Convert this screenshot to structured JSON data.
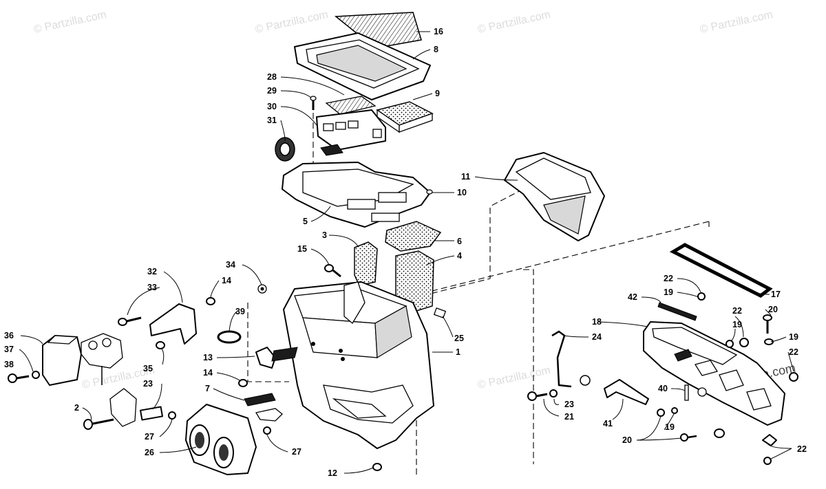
{
  "watermarks": {
    "text": "© Partzilla.com",
    "corner_text": "© partzilla.com"
  },
  "callouts": [
    {
      "id": "c-16",
      "label": "16"
    },
    {
      "id": "c-8",
      "label": "8"
    },
    {
      "id": "c-28",
      "label": "28"
    },
    {
      "id": "c-29",
      "label": "29"
    },
    {
      "id": "c-9",
      "label": "9"
    },
    {
      "id": "c-30",
      "label": "30"
    },
    {
      "id": "c-31",
      "label": "31"
    },
    {
      "id": "c-11",
      "label": "11"
    },
    {
      "id": "c-10",
      "label": "10"
    },
    {
      "id": "c-5",
      "label": "5"
    },
    {
      "id": "c-6",
      "label": "6"
    },
    {
      "id": "c-3",
      "label": "3"
    },
    {
      "id": "c-4",
      "label": "4"
    },
    {
      "id": "c-15",
      "label": "15"
    },
    {
      "id": "c-34",
      "label": "34"
    },
    {
      "id": "c-32",
      "label": "32"
    },
    {
      "id": "c-33",
      "label": "33"
    },
    {
      "id": "c-14a",
      "label": "14"
    },
    {
      "id": "c-39",
      "label": "39"
    },
    {
      "id": "c-25",
      "label": "25"
    },
    {
      "id": "c-1",
      "label": "1"
    },
    {
      "id": "c-36",
      "label": "36"
    },
    {
      "id": "c-37",
      "label": "37"
    },
    {
      "id": "c-38",
      "label": "38"
    },
    {
      "id": "c-35",
      "label": "35"
    },
    {
      "id": "c-13",
      "label": "13"
    },
    {
      "id": "c-14b",
      "label": "14"
    },
    {
      "id": "c-23a",
      "label": "23"
    },
    {
      "id": "c-7",
      "label": "7"
    },
    {
      "id": "c-2",
      "label": "2"
    },
    {
      "id": "c-27a",
      "label": "27"
    },
    {
      "id": "c-26",
      "label": "26"
    },
    {
      "id": "c-27b",
      "label": "27"
    },
    {
      "id": "c-12",
      "label": "12"
    },
    {
      "id": "c-17",
      "label": "17"
    },
    {
      "id": "c-22a",
      "label": "22"
    },
    {
      "id": "c-19a",
      "label": "19"
    },
    {
      "id": "c-42",
      "label": "42"
    },
    {
      "id": "c-22b",
      "label": "22"
    },
    {
      "id": "c-20a",
      "label": "20"
    },
    {
      "id": "c-18",
      "label": "18"
    },
    {
      "id": "c-19b",
      "label": "19"
    },
    {
      "id": "c-24",
      "label": "24"
    },
    {
      "id": "c-19c",
      "label": "19"
    },
    {
      "id": "c-22c",
      "label": "22"
    },
    {
      "id": "c-40",
      "label": "40"
    },
    {
      "id": "c-23b",
      "label": "23"
    },
    {
      "id": "c-21",
      "label": "21"
    },
    {
      "id": "c-41",
      "label": "41"
    },
    {
      "id": "c-19d",
      "label": "19"
    },
    {
      "id": "c-20b",
      "label": "20"
    },
    {
      "id": "c-22d",
      "label": "22"
    }
  ]
}
